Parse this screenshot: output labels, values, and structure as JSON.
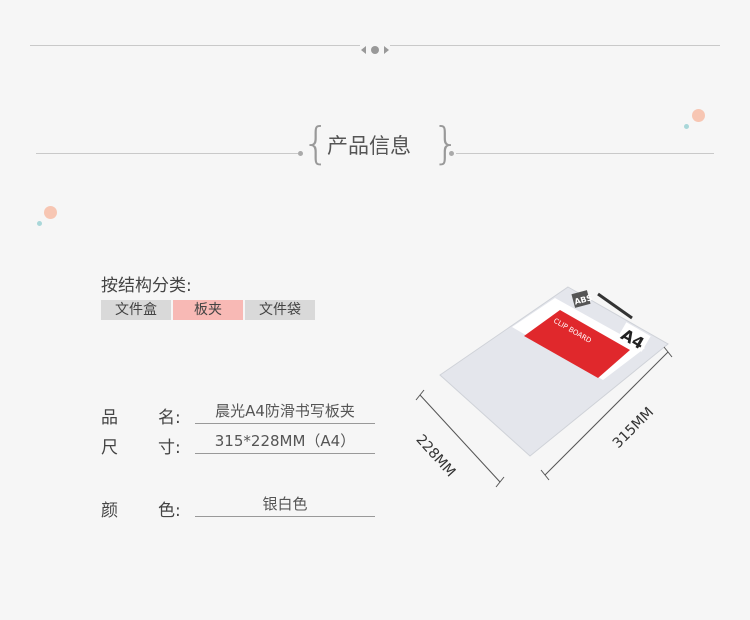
{
  "section_title": "产品信息",
  "category": {
    "label": "按结构分类:",
    "tags": [
      {
        "label": "文件盒",
        "selected": false
      },
      {
        "label": "板夹",
        "selected": true
      },
      {
        "label": "文件袋",
        "selected": false
      }
    ]
  },
  "specs": [
    {
      "key1": "品",
      "key2": "名:",
      "value": "晨光A4防滑书写板夹"
    },
    {
      "key1": "尺",
      "key2": "寸:",
      "value": "315*228MM（A4）"
    },
    {
      "key1": "颜",
      "key2": "色:",
      "value": "银白色"
    }
  ],
  "product_image": {
    "width_label": "228MM",
    "length_label": "315MM",
    "badge": "A4",
    "brand": "ABS",
    "board_text": "CLIP BOARD"
  },
  "colors": {
    "accent": "#f8b9b5",
    "tag_bg": "#d9d9d9",
    "dot_peach": "#f7c6b3",
    "dot_teal": "#a9d7d9"
  }
}
